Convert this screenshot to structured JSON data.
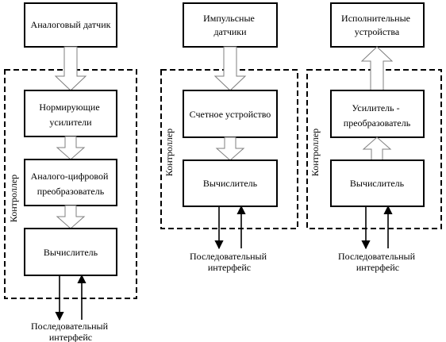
{
  "colors": {
    "stroke": "#000000",
    "hollow_arrow": "#7f7f7f",
    "background": "#ffffff"
  },
  "col1": {
    "sensor": "Аналоговый датчик",
    "controller": "Контроллер",
    "amp": [
      "Нормирующие",
      "усилители"
    ],
    "adc": [
      "Аналого-цифровой",
      "преобразователь"
    ],
    "cpu": "Вычислитель",
    "iface": [
      "Последовательный",
      "интерфейс"
    ]
  },
  "col2": {
    "sensor": [
      "Импульсные",
      "датчики"
    ],
    "controller": "Контроллер",
    "counter": "Счетное устройство",
    "cpu": "Вычислитель",
    "iface": [
      "Последовательный",
      "интерфейс"
    ]
  },
  "col3": {
    "actuators": [
      "Исполнительные",
      "устройства"
    ],
    "controller": "Контроллер",
    "amp": [
      "Усилитель -",
      "преобразователь"
    ],
    "cpu": "Вычислитель",
    "iface": [
      "Последовательный",
      "интерфейс"
    ]
  }
}
